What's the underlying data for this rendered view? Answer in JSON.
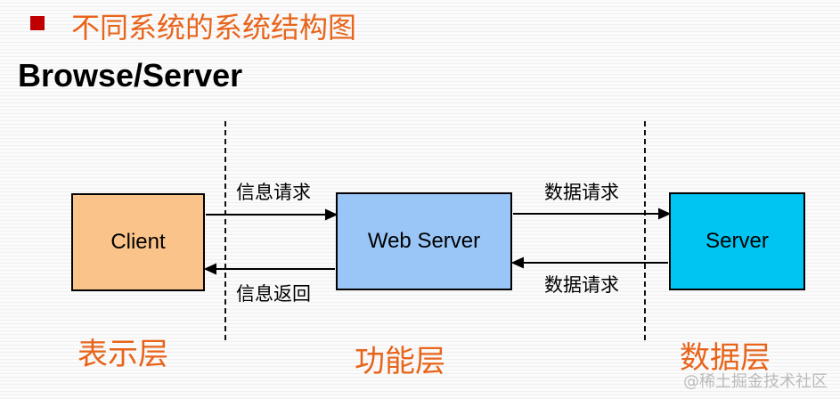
{
  "heading": {
    "title": "不同系统的系统结构图"
  },
  "subheading": {
    "text": "Browse/Server"
  },
  "boxes": {
    "client": {
      "label": "Client",
      "color": "#f9c38a"
    },
    "web_server": {
      "label": "Web Server",
      "color": "#99c6f7"
    },
    "server": {
      "label": "Server",
      "color": "#00c5f2"
    }
  },
  "arrows": {
    "client_to_web": "信息请求",
    "web_to_client": "信息返回",
    "web_to_server": "数据请求",
    "server_to_web": "数据请求"
  },
  "layers": {
    "presentation": "表示层",
    "function": "功能层",
    "data": "数据层"
  },
  "watermark": {
    "text": "@稀土掘金技术社区"
  },
  "colors": {
    "accent": "#e8641b",
    "bullet": "#c00000"
  }
}
